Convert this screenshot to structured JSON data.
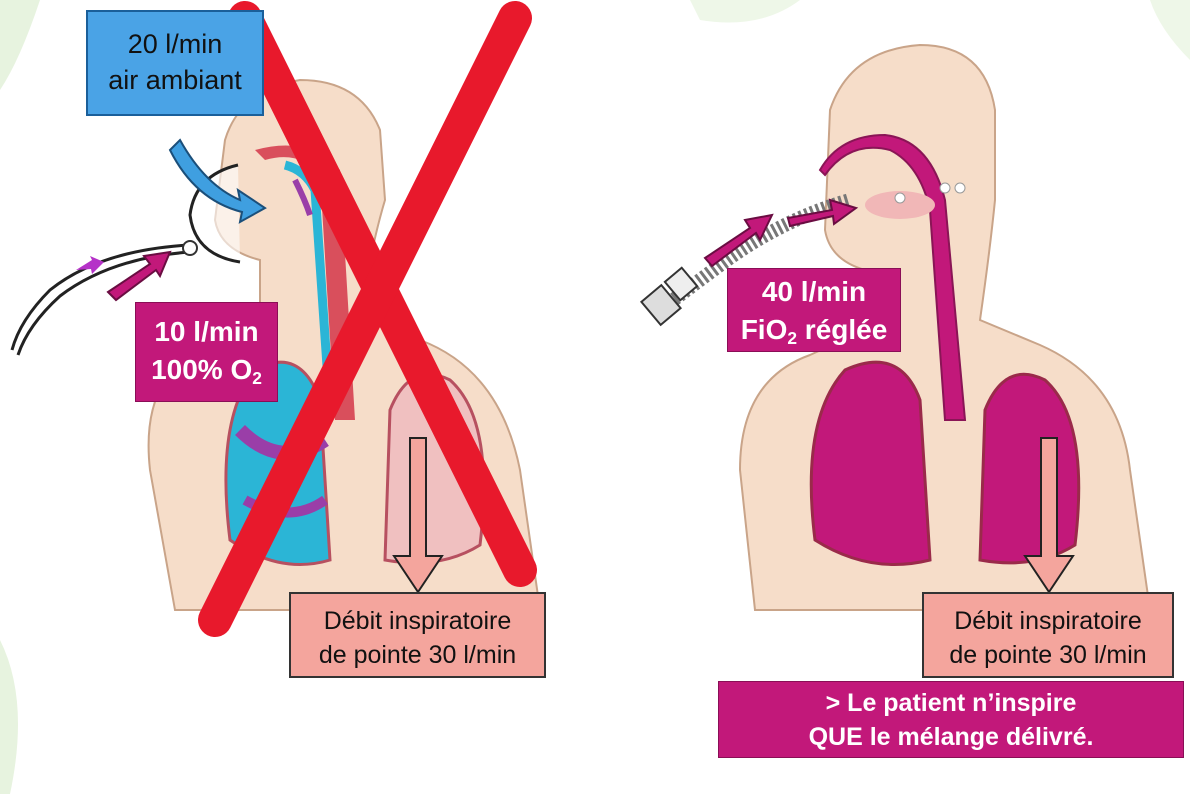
{
  "left_panel": {
    "room_air_box": {
      "line1": "20 l/min",
      "line2": "air ambiant"
    },
    "oxygen_box": {
      "line1": "10 l/min",
      "line2_main": "100% O",
      "line2_sub": "2"
    },
    "peak_flow_box": {
      "line1": "Débit inspiratoire",
      "line2": "de pointe 30 l/min"
    },
    "cross_mark_color": "#e8192c"
  },
  "right_panel": {
    "flow_box": {
      "line1": "40 l/min",
      "line2_pre": "FiO",
      "line2_sub": "2",
      "line2_post": " réglée"
    },
    "peak_flow_box": {
      "line1": "Débit inspiratoire",
      "line2": "de pointe 30 l/min"
    },
    "conclusion_box": {
      "line1": "> Le patient n’inspire",
      "line2": "QUE le mélange délivré."
    }
  },
  "colors": {
    "magenta": "#c2187a",
    "blue": "#4aa3e6",
    "salmon": "#f4a59d",
    "skin": "#f4dcc8",
    "airway": "#d94f5c",
    "cyan_flow": "#2bb5d6",
    "purple_arrow": "#b52c8f"
  },
  "icons": [
    "mask-icon",
    "nasal-cannula-icon",
    "arrow-down-icon",
    "cross-icon"
  ]
}
